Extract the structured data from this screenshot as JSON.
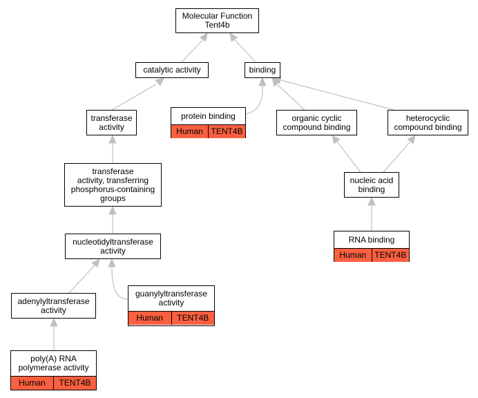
{
  "nodes": {
    "molecular_function": {
      "label": "Molecular Function\nTent4b"
    },
    "catalytic_activity": {
      "label": "catalytic activity"
    },
    "binding": {
      "label": "binding"
    },
    "transferase_activity": {
      "label": "transferase\nactivity"
    },
    "protein_binding": {
      "label": "protein binding",
      "species": "Human",
      "gene": "TENT4B"
    },
    "organic_cyclic": {
      "label": "organic cyclic\ncompound binding"
    },
    "heterocyclic": {
      "label": "heterocyclic\ncompound binding"
    },
    "transferase_phosphorus": {
      "label": "transferase\nactivity, transferring\nphosphorus-containing\ngroups"
    },
    "nucleic_acid": {
      "label": "nucleic acid\nbinding"
    },
    "rna_binding": {
      "label": "RNA binding",
      "species": "Human",
      "gene": "TENT4B"
    },
    "nucleotidyltransferase": {
      "label": "nucleotidyltransferase\nactivity"
    },
    "adenylyltransferase": {
      "label": "adenylyltransferase\nactivity"
    },
    "guanylyltransferase": {
      "label": "guanylyltransferase\nactivity",
      "species": "Human",
      "gene": "TENT4B"
    },
    "polya_rna_polymerase": {
      "label": "poly(A) RNA\npolymerase activity",
      "species": "Human",
      "gene": "TENT4B"
    }
  },
  "colors": {
    "annotation_fill": "#fa6040",
    "edge": "#c0c0c0",
    "border": "#000000"
  }
}
